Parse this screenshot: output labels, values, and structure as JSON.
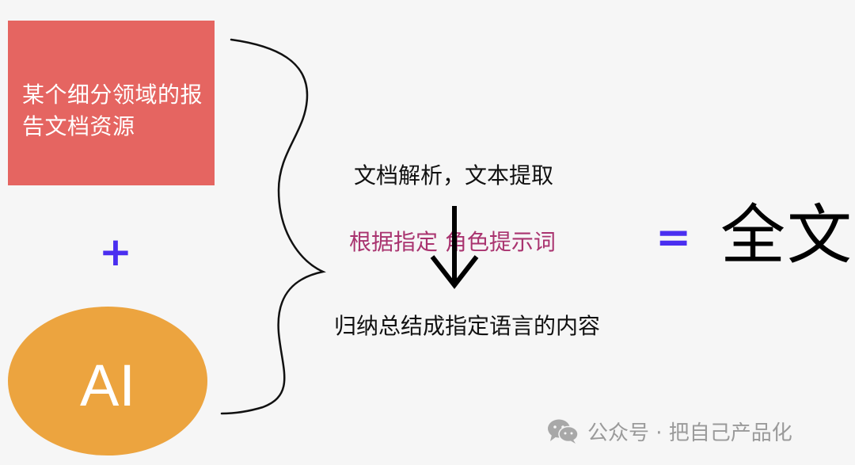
{
  "left": {
    "source_box_text": "某个细分领域的报告文档资源",
    "source_box_color": "#e56561",
    "plus_symbol": "+",
    "ai_label": "AI",
    "ai_ellipse_color": "#eca43f",
    "accent_color": "#4a2ef0"
  },
  "process": {
    "step1": "文档解析，文本提取",
    "step2": "根据指定 角色提示词",
    "step2_color": "#a9336f",
    "step3": "归纳总结成指定语言的内容"
  },
  "result": {
    "equals_symbol": "=",
    "label": "全文"
  },
  "watermark": {
    "icon": "wechat-icon",
    "text": "公众号 · 把自己产品化"
  }
}
